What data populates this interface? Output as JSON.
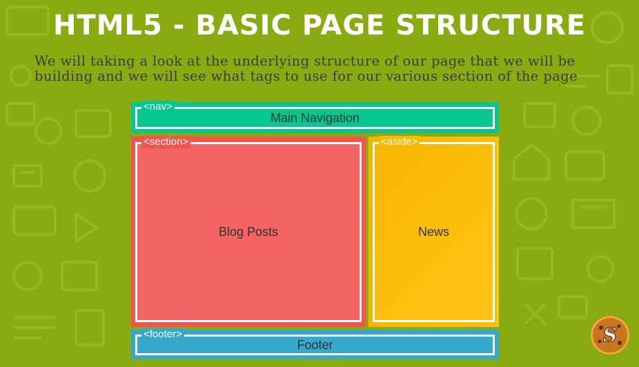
{
  "slide": {
    "title": "HTML5 - BASIC PAGE STRUCTURE",
    "subtitle": "We will taking a look at the underlying structure of our page that we will be building and we will see what tags to use for our various section of the page"
  },
  "diagram": {
    "nav": {
      "tag": "<nav>",
      "label": "Main Navigation",
      "color": "#05c78f"
    },
    "section": {
      "tag": "<section>",
      "label": "Blog Posts",
      "color": "#f2554e"
    },
    "aside": {
      "tag": "<aside>",
      "label": "News",
      "color": "#ffbf10"
    },
    "footer": {
      "tag": "<footer>",
      "label": "Footer",
      "color": "#35a9cc"
    }
  },
  "colors": {
    "background": "#8aaa12",
    "title": "#ffffff"
  },
  "logo": {
    "icon": "cookie-s-logo-icon",
    "letter": "S"
  }
}
